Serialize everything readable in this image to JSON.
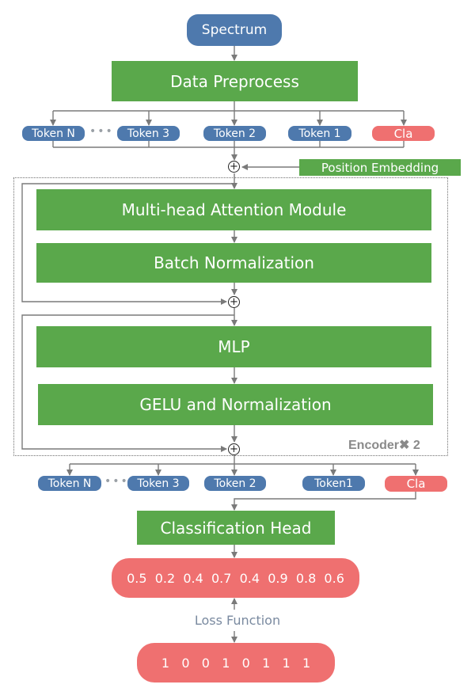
{
  "nodes": {
    "spectrum": "Spectrum",
    "data_preprocess": "Data Preprocess",
    "position_embedding": "Position Embedding",
    "multihead_attention": "Multi-head Attention  Module",
    "batch_norm": "Batch Normalization",
    "mlp": "MLP",
    "gelu_norm": "GELU and Normalization",
    "classification_head": "Classification Head",
    "loss_function": "Loss Function"
  },
  "tokens_top": {
    "n": "Token N",
    "t3": "Token 3",
    "t2": "Token 2",
    "t1": "Token 1",
    "cla": "Cla",
    "ellipsis": "•••"
  },
  "tokens_bottom": {
    "n": "Token N",
    "t3": "Token 3",
    "t2": "Token 2",
    "t1": "Token1",
    "cla": "Cla",
    "ellipsis": "•••"
  },
  "encoder": {
    "label": "Encoder✖ 2",
    "repeat": 2
  },
  "outputs": {
    "predictions": "0.5  0.2  0.4  0.7  0.4  0.9  0.8  0.6",
    "labels": "1   0   0   1   0   1   1   1"
  },
  "colors": {
    "green": "#5aa84b",
    "blue": "#4e79ad",
    "red": "#ef7070",
    "arrow": "#7a7a7a"
  }
}
